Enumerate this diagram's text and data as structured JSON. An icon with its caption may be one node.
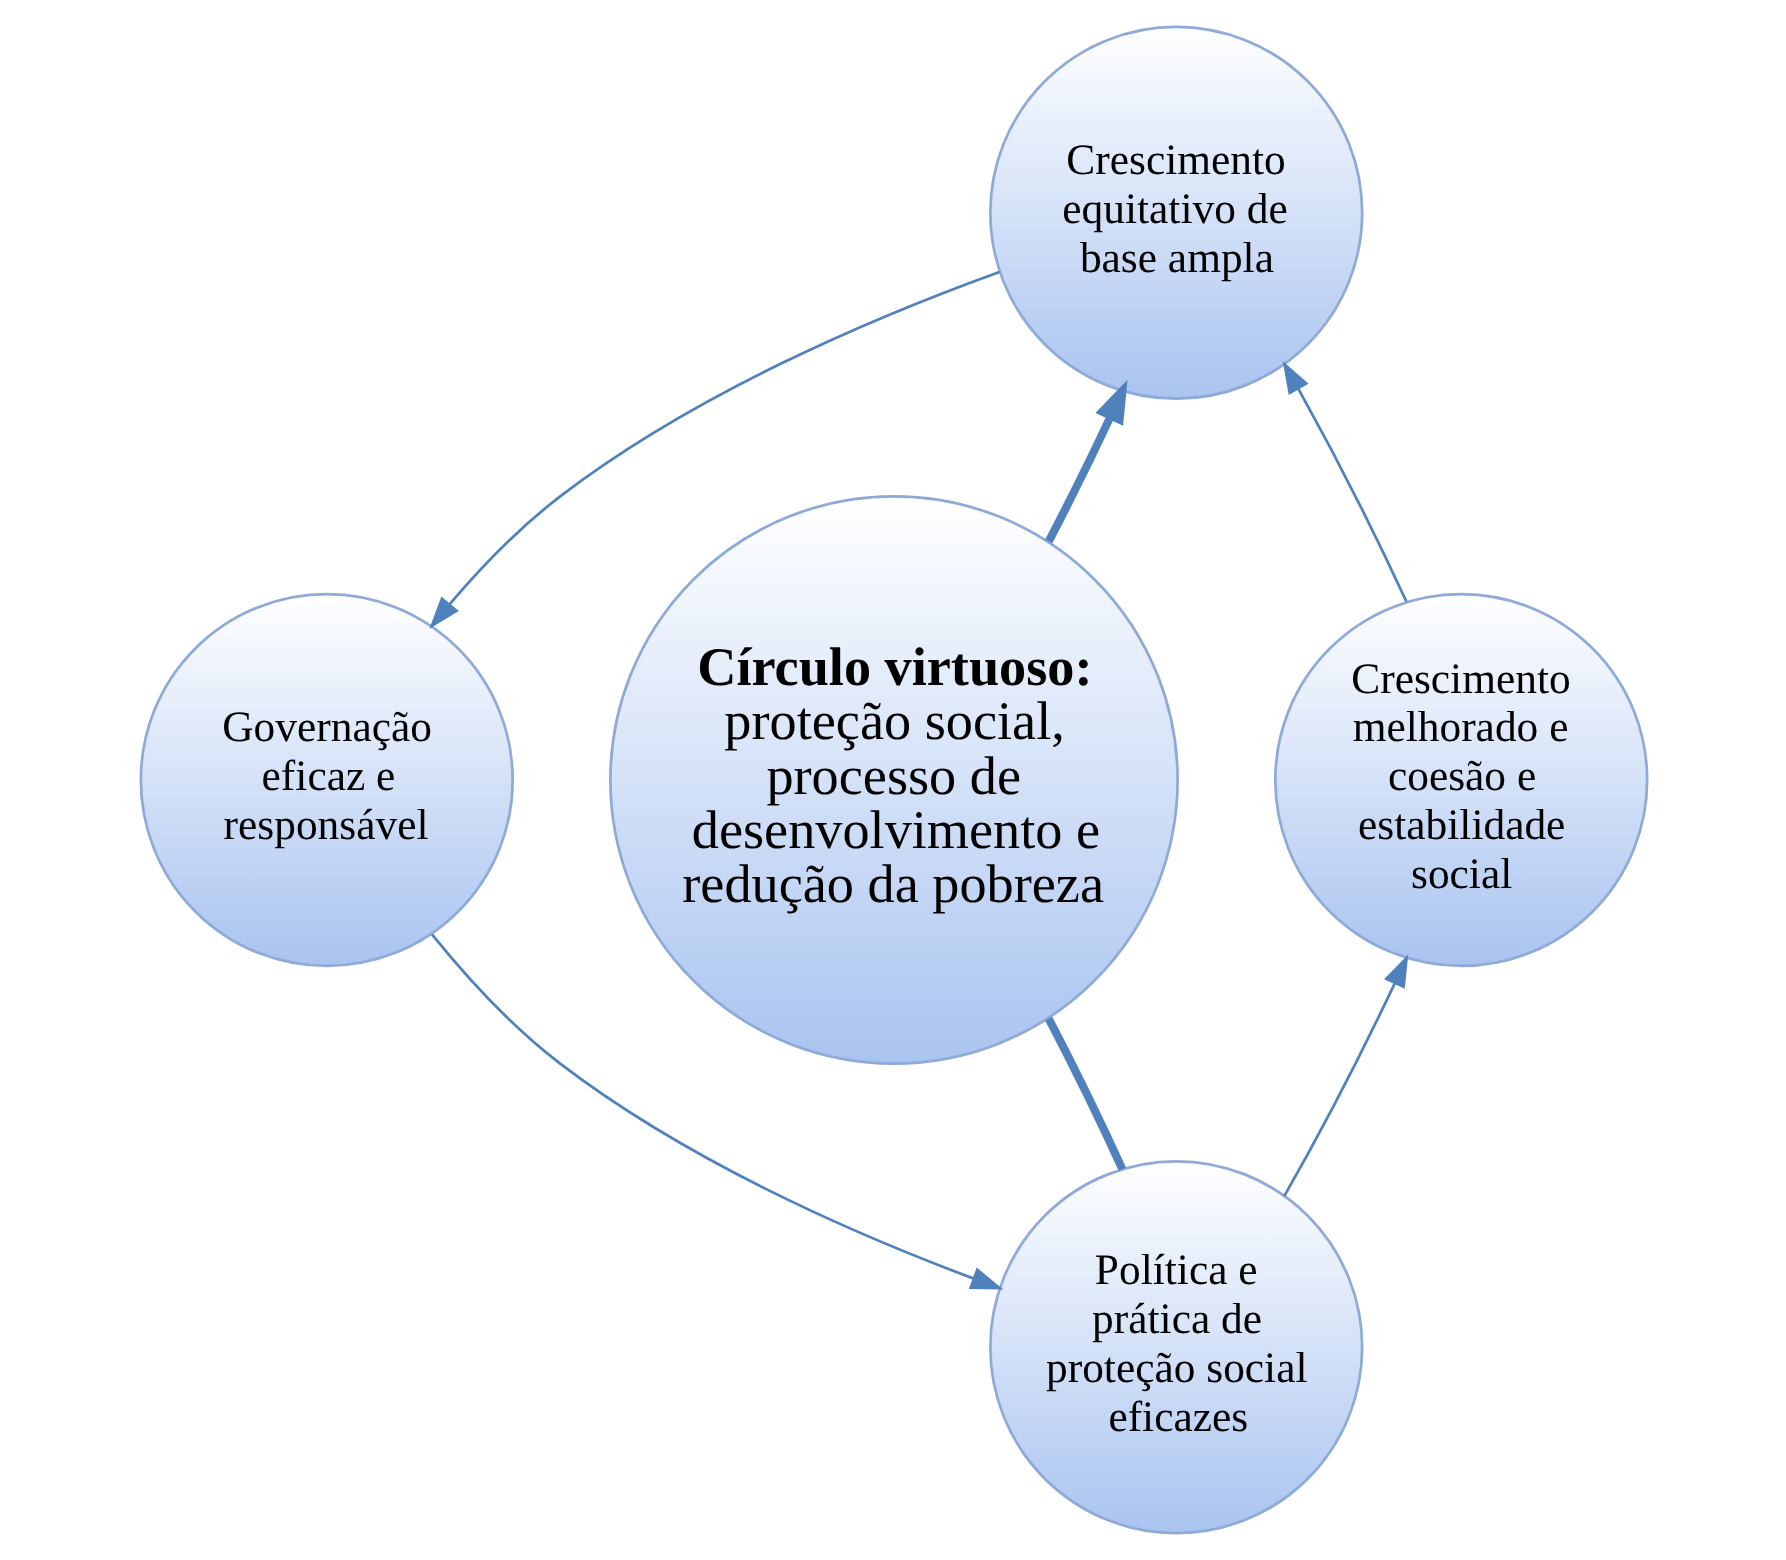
{
  "diagram": {
    "nodes": [
      {
        "text": [
          "Crescimento equitativo de base ampla"
        ]
      },
      {
        "text": [
          "Governação eficaz e responsável"
        ]
      },
      {
        "text": [
          "Círculo virtuoso:",
          "proteção social, processo de desenvolvimento e redução da pobreza"
        ]
      },
      {
        "text": [
          "Crescimento melhorado e coesão e estabilidade social"
        ]
      },
      {
        "text": [
          "Política e prática de proteção social eficazes"
        ]
      }
    ],
    "edges": [
      {
        "from": 0,
        "to": 1,
        "arrow": "to"
      },
      {
        "from": 1,
        "to": 4,
        "arrow": "to"
      },
      {
        "from": 4,
        "to": 3,
        "arrow": "to"
      },
      {
        "from": 3,
        "to": 0,
        "arrow": "to"
      },
      {
        "from": 2,
        "to": 0,
        "arrow": "to",
        "style": "thick"
      },
      {
        "from": 4,
        "to": 2,
        "arrow": "none",
        "style": "thick"
      }
    ]
  }
}
